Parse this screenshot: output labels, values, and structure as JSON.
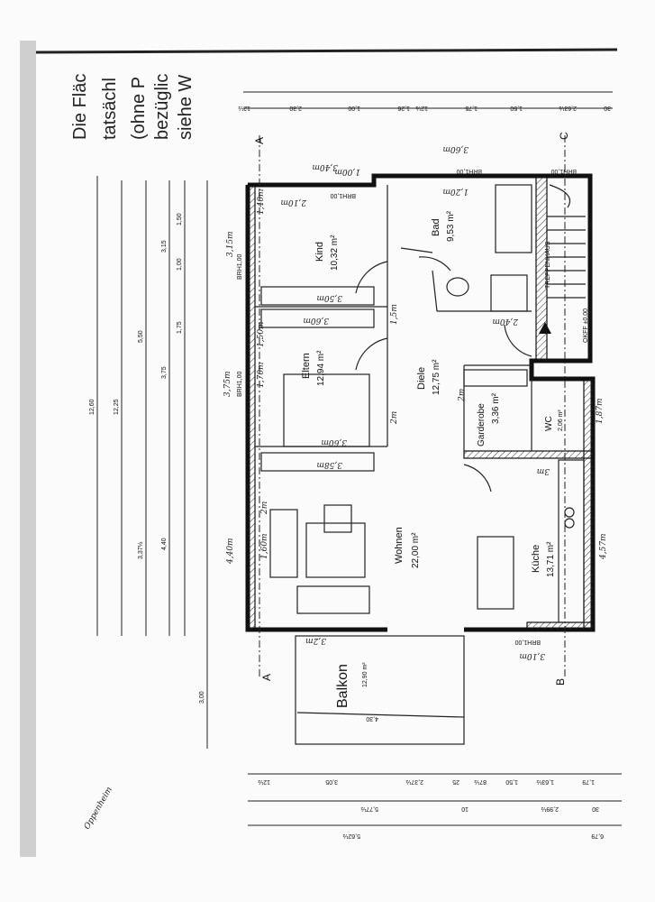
{
  "note_lines": [
    "Die Fläc",
    "tatsächl",
    "(ohne P",
    "bezüglic",
    "siehe W"
  ],
  "rooms": [
    {
      "name": "Kind",
      "area": "10,32 m²"
    },
    {
      "name": "Eltern",
      "area": "12,94 m²"
    },
    {
      "name": "Wohnen",
      "area": "22,00 m²"
    },
    {
      "name": "Diele",
      "area": "12,75 m²"
    },
    {
      "name": "Bad",
      "area": "9,53 m²"
    },
    {
      "name": "Garderobe",
      "area": "3,36 m²"
    },
    {
      "name": "WC",
      "area": "2,06 m²"
    },
    {
      "name": "Küche",
      "area": "13,71 m²"
    },
    {
      "name": "Balkon",
      "area": "12,90 m²"
    },
    {
      "name": "TREPPENHAUS",
      "area": ""
    }
  ],
  "section_markers": [
    "A",
    "A",
    "B",
    "C"
  ],
  "left_dimensions": [
    "12,60",
    "12,25",
    "5,50",
    "3,75",
    "3,37½",
    "3,15",
    "1,75",
    "1,50",
    "1,00",
    "4,40",
    "3,00"
  ],
  "top_dimensions": [
    "12½",
    "2,30",
    "1,00",
    "1,26",
    "12½",
    "1,75",
    "1,50",
    "2,63½",
    "30"
  ],
  "bottom_dimensions": [
    "12½",
    "3,05",
    "2,37½",
    "25",
    "87½",
    "1,50",
    "1,63½",
    "1,79",
    "5,77½",
    "10",
    "2,99½",
    "30",
    "5,62½",
    "6,79"
  ],
  "window_labels": [
    "BRH1,00",
    "BRH1,00",
    "BRH1,00",
    "BRH1,00",
    "BRH1,00",
    "BRH1,00"
  ],
  "handwritten_measures": [
    "3,40m",
    "3,60m",
    "2,10m",
    "1,40m",
    "3,15m",
    "3,50m",
    "3,60m",
    "1,50m",
    "3,75m",
    "1,70m",
    "3,60m",
    "2m",
    "4,40m",
    "1,60m",
    "2m",
    "3,58m",
    "3m",
    "3,10m",
    "2,40m",
    "1,5m",
    "4,57m",
    "1,87m",
    "3,2m",
    "1,20m",
    "1,00m",
    "2m"
  ],
  "balcony_dimension": "4,30",
  "stair_label": "OKFF ±0,00",
  "signature": "Oppenheim"
}
